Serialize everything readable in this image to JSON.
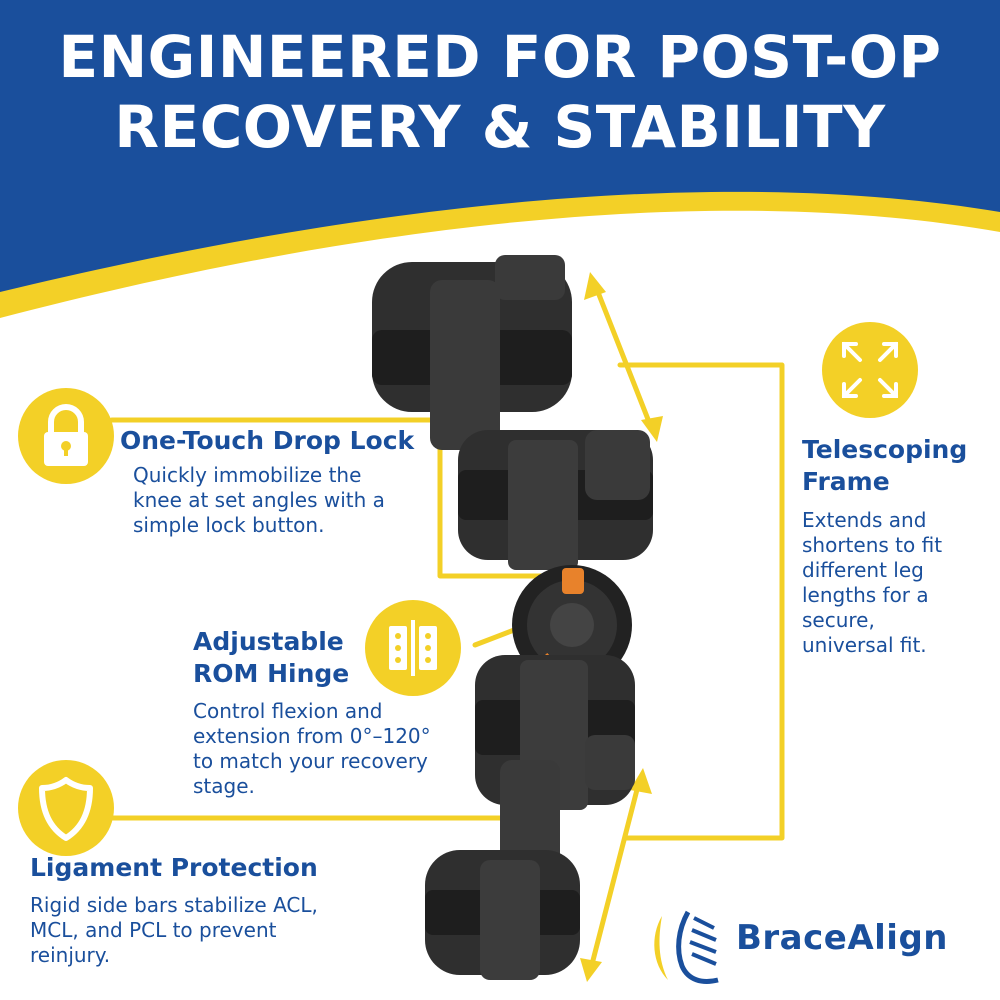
{
  "title": {
    "line1": "ENGINEERED FOR POST-OP",
    "line2": "RECOVERY & STABILITY"
  },
  "features": {
    "drop_lock": {
      "title": "One-Touch Drop Lock",
      "desc_line1": "Quickly immobilize the",
      "desc_line2": "knee at set angles with a",
      "desc_line3": "simple lock button.",
      "icon": "padlock-icon"
    },
    "telescoping": {
      "title_line1": "Telescoping",
      "title_line2": "Frame",
      "desc_line1": "Extends and",
      "desc_line2": "shortens to fit",
      "desc_line3": "different leg",
      "desc_line4": "lengths for a",
      "desc_line5": "secure,",
      "desc_line6": "universal fit.",
      "icon": "expand-arrows-icon"
    },
    "rom_hinge": {
      "title_line1": "Adjustable",
      "title_line2": "ROM Hinge",
      "desc_line1": "Control flexion and",
      "desc_line2": "extension from 0°–120°",
      "desc_line3": "to match your recovery",
      "desc_line4": "stage.",
      "icon": "hinge-icon"
    },
    "ligament": {
      "title": "Ligament Protection",
      "desc_line1": "Rigid side bars stabilize ACL,",
      "desc_line2": "MCL, and PCL to prevent",
      "desc_line3": "reinjury.",
      "icon": "shield-icon"
    }
  },
  "brand": {
    "name": "BraceAlign",
    "logo": "bracealign-logo"
  },
  "colors": {
    "blue": "#1a4f9c",
    "yellow": "#f3d027",
    "white": "#ffffff",
    "brace_dark": "#2b2b2b",
    "hinge_orange": "#e8822b"
  },
  "product": "knee-brace-image"
}
